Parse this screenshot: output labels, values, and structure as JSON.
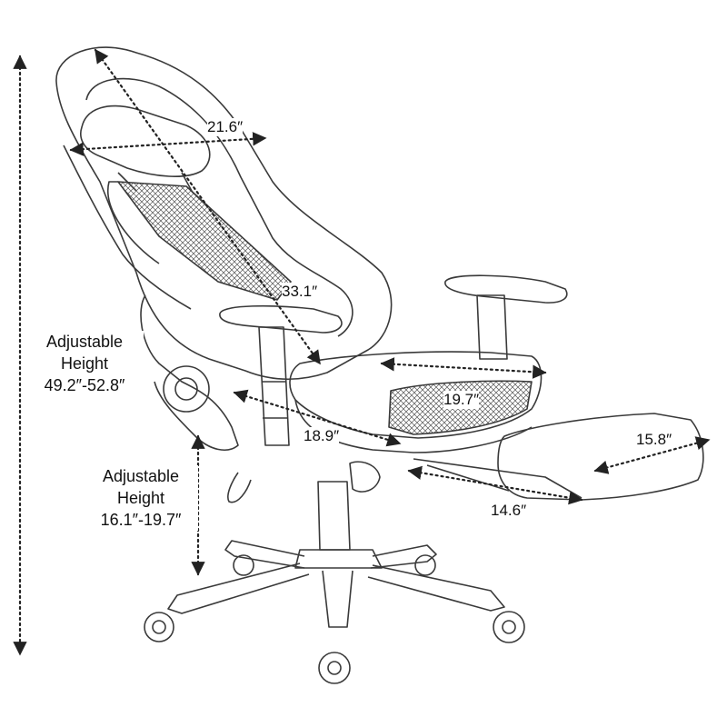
{
  "dimensions": {
    "overall_height": {
      "label": "Adjustable",
      "sub": "Height",
      "value": "49.2″-52.8″"
    },
    "seat_height": {
      "label": "Adjustable",
      "sub": "Height",
      "value": "16.1″-19.7″"
    },
    "headrest_width": "21.6″",
    "backrest_height": "33.1″",
    "seat_width": "19.7″",
    "seat_depth": "18.9″",
    "footrest_width": "15.8″",
    "footrest_depth": "14.6″"
  },
  "colors": {
    "ink": "#222222",
    "sketch": "#3a3a3a",
    "background": "#ffffff"
  }
}
